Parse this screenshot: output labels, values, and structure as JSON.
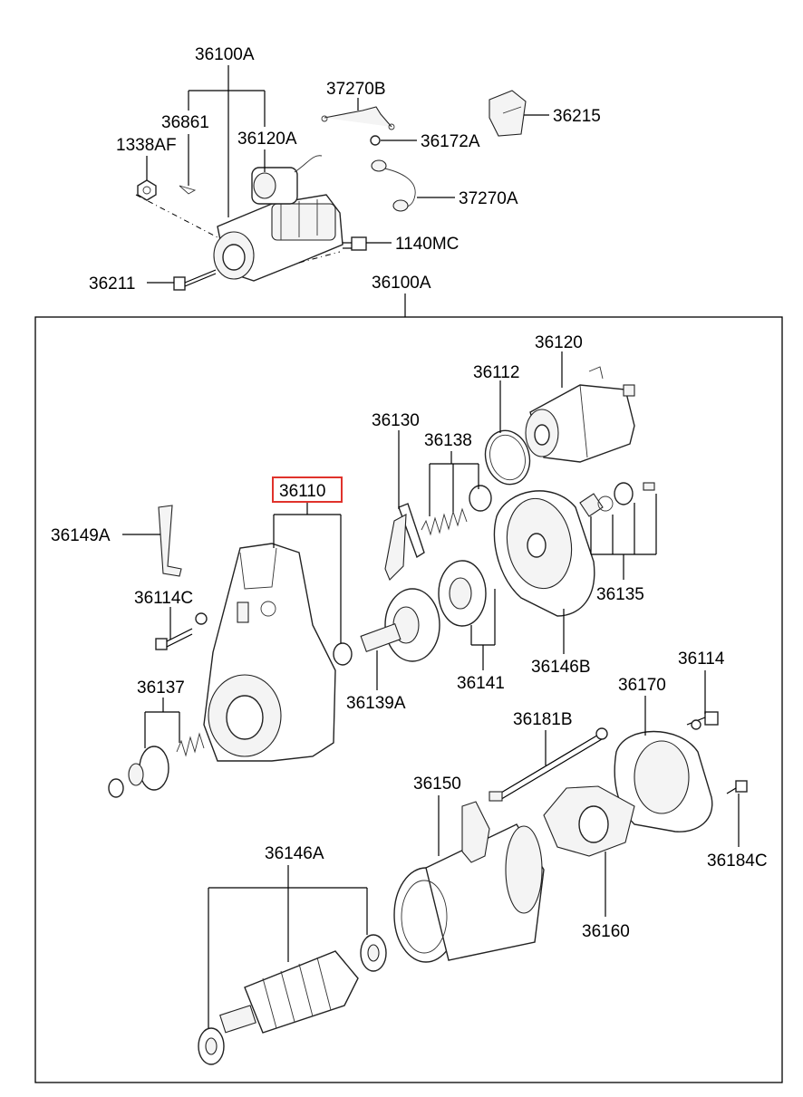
{
  "labels": {
    "p36100A_top": "36100A",
    "p37270B": "37270B",
    "p36861": "36861",
    "p36120A": "36120A",
    "p1338AF": "1338AF",
    "p36172A": "36172A",
    "p36215": "36215",
    "p37270A": "37270A",
    "p1140MC": "1140MC",
    "p36211": "36211",
    "p36100A_box": "36100A",
    "p36120": "36120",
    "p36112": "36112",
    "p36130": "36130",
    "p36138": "36138",
    "p36110": "36110",
    "p36149A": "36149A",
    "p36114C": "36114C",
    "p36135": "36135",
    "p36146B": "36146B",
    "p36141": "36141",
    "p36139A": "36139A",
    "p36137": "36137",
    "p36114": "36114",
    "p36170": "36170",
    "p36181B": "36181B",
    "p36150": "36150",
    "p36184C": "36184C",
    "p36146A": "36146A",
    "p36160": "36160"
  },
  "highlighted_part": "36110",
  "highlight_color": "#e0322b"
}
